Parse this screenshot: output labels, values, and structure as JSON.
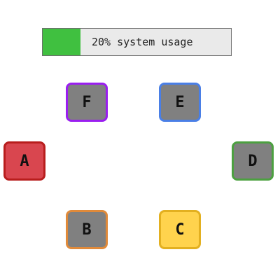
{
  "usage": {
    "percent": 20,
    "label": "20% system usage",
    "fill_color": "#40c040"
  },
  "tiles": [
    {
      "id": "a",
      "label": "A",
      "fill": "#d9464f",
      "border": "#b81d1d"
    },
    {
      "id": "b",
      "label": "B",
      "fill": "#808080",
      "border": "#e08a3a"
    },
    {
      "id": "c",
      "label": "C",
      "fill": "#ffd34d",
      "border": "#e3b020"
    },
    {
      "id": "d",
      "label": "D",
      "fill": "#808080",
      "border": "#4ca040"
    },
    {
      "id": "e",
      "label": "E",
      "fill": "#808080",
      "border": "#4a7fe6"
    },
    {
      "id": "f",
      "label": "F",
      "fill": "#808080",
      "border": "#9a1ef0"
    }
  ]
}
